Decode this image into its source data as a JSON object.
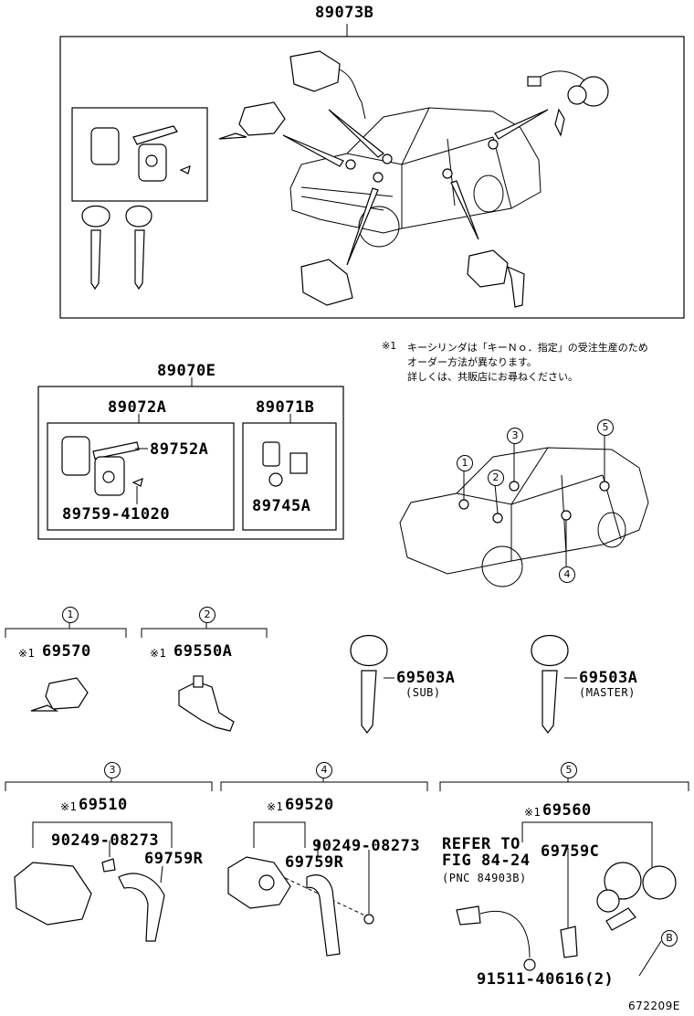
{
  "assembly": {
    "top": "89073B",
    "kit": "89070E",
    "sub_left": "89072A",
    "sub_right": "89071B",
    "key_blank": "89752A",
    "screw": "89759-41020",
    "transponder": "89745A"
  },
  "note": {
    "mark": "※1",
    "line1": "キーシリンダは「キーＮｏ．指定」の受注生産のため",
    "line2": "オーダー方法が異なります。",
    "line3": "詳しくは、共販店にお尋ねください。"
  },
  "callouts": [
    "1",
    "2",
    "3",
    "4",
    "5",
    "B"
  ],
  "sections": {
    "s1": {
      "num": "1",
      "mark": "※1",
      "part": "69570"
    },
    "s2": {
      "num": "2",
      "mark": "※1",
      "part": "69550A"
    },
    "s3": {
      "num": "3",
      "mark": "※1",
      "part": "69510",
      "bolt": "90249-08273",
      "lever": "69759R"
    },
    "s4": {
      "num": "4",
      "mark": "※1",
      "part": "69520",
      "bolt": "90249-08273",
      "lever": "69759R"
    },
    "s5": {
      "num": "5",
      "mark": "※1",
      "part": "69560",
      "refer1": "REFER TO",
      "refer2": "FIG 84-24",
      "pnc": "(PNC 84903B)",
      "lever": "69759C",
      "bolt": "91511-40616(2)"
    }
  },
  "keys": {
    "sub": {
      "part": "69503A",
      "label": "(SUB)"
    },
    "master": {
      "part": "69503A",
      "label": "(MASTER)"
    }
  },
  "figure_id": "672209E"
}
